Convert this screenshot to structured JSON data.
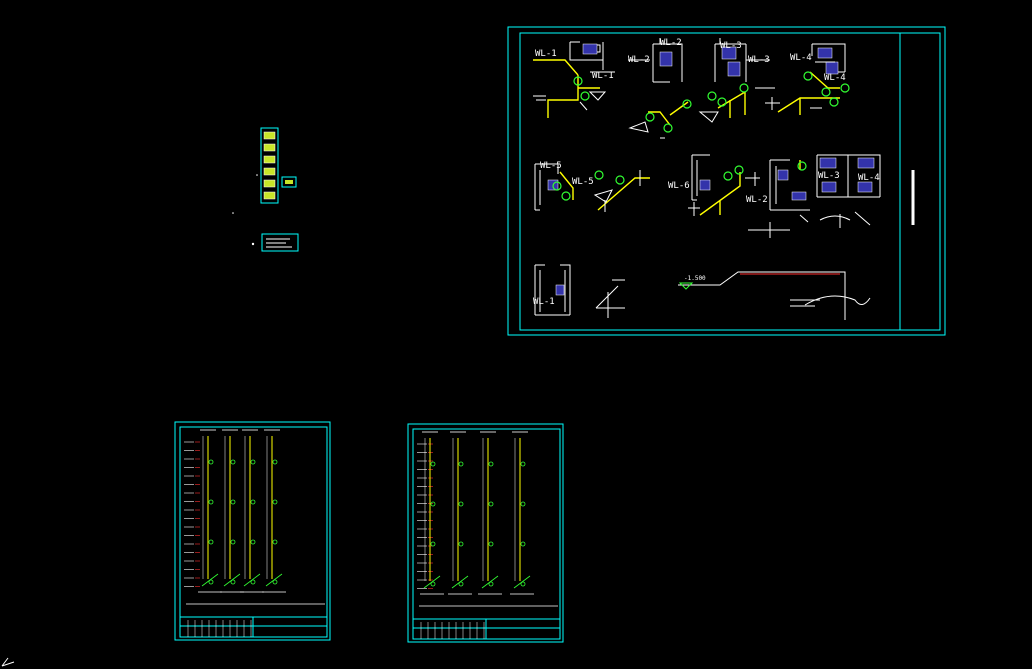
{
  "colors": {
    "background": "#000000",
    "frame": "#00ffff",
    "pipe": "#ffff00",
    "fixture": "#32ff32",
    "line": "#ffffff",
    "red": "#ff3030",
    "blue": "#3333aa"
  },
  "main_sheet": {
    "riser_labels": [
      "WL-1",
      "WL-1",
      "WL-2",
      "WL-2",
      "WL-3",
      "WL-3",
      "WL-4",
      "WL-4",
      "WL-5",
      "WL-5",
      "WL-6",
      "WL-2",
      "WL-3",
      "WL-4",
      "WL-1"
    ],
    "elevation_label": "-1.500"
  }
}
